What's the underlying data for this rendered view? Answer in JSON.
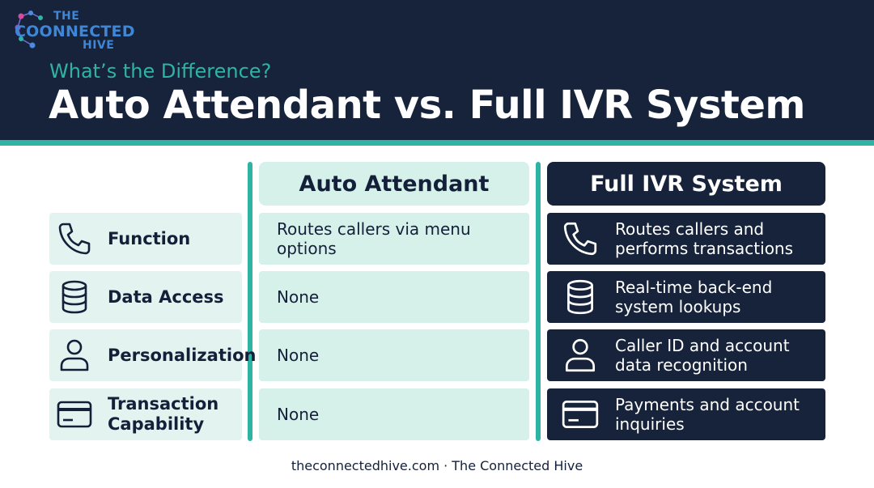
{
  "brand": {
    "logo_line1": "THE",
    "logo_line2": "COONNECTED",
    "logo_line3": "HIVE",
    "primary_color": "#16233a",
    "accent_color": "#2fb3a4",
    "logo_color": "#3f86d6"
  },
  "header": {
    "kicker": "What’s the Difference?",
    "title": "Auto Attendant vs. Full IVR System"
  },
  "columns": {
    "auto_attendant": "Auto Attendant",
    "full_ivr": "Full IVR System"
  },
  "rows": [
    {
      "label": "Function",
      "icon": "phone-icon",
      "auto_attendant": "Routes callers via menu options",
      "full_ivr": "Routes callers and performs transactions"
    },
    {
      "label": "Data Access",
      "icon": "database-icon",
      "auto_attendant": "None",
      "full_ivr": "Real-time back-end system lookups"
    },
    {
      "label": "Personalization",
      "icon": "user-icon",
      "auto_attendant": "None",
      "full_ivr": "Caller ID and account data recognition"
    },
    {
      "label": "Transaction Capability",
      "icon": "credit-card-icon",
      "auto_attendant": "None",
      "full_ivr": "Payments and account inquiries"
    }
  ],
  "footer": {
    "text": "theconnectedhive.com · The Connected Hive"
  }
}
